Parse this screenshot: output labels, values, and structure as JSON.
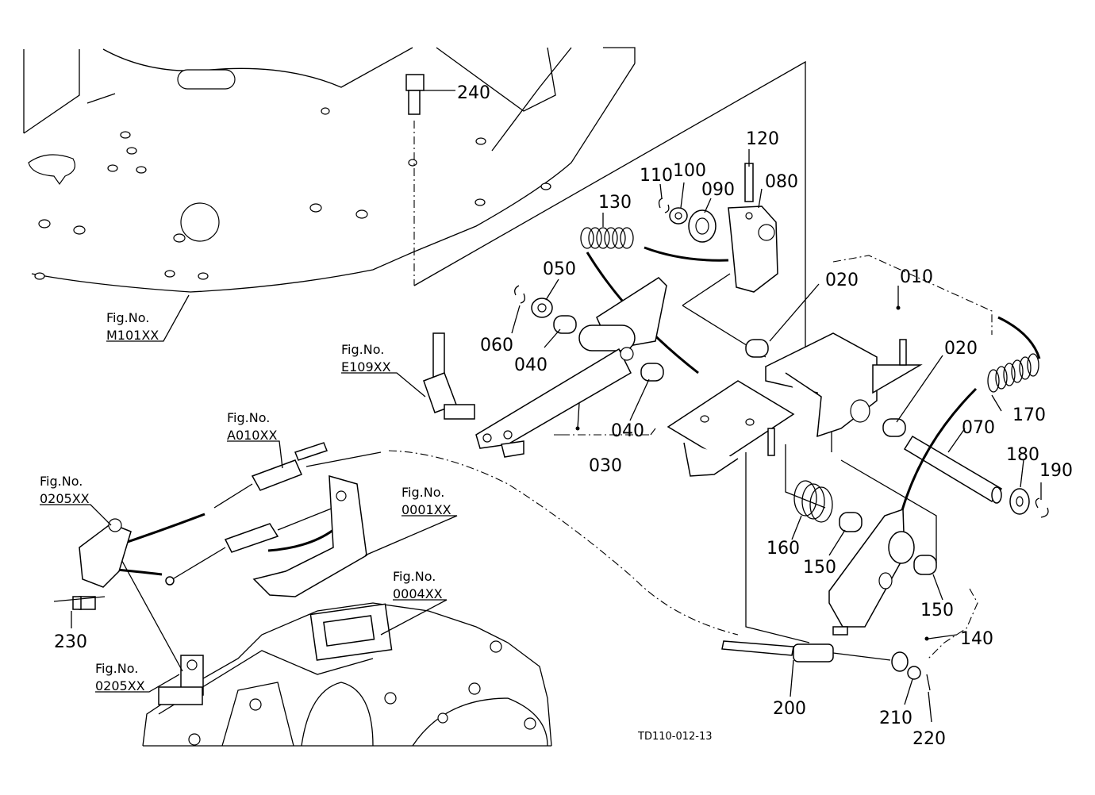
{
  "part_labels": {
    "p240": "240",
    "p120": "120",
    "p110": "110",
    "p100": "100",
    "p090": "090",
    "p080": "080",
    "p130": "130",
    "p050": "050",
    "p060": "060",
    "p040a": "040",
    "p040b": "040",
    "p030": "030",
    "p020a": "020",
    "p010": "010",
    "p020b": "020",
    "p170": "170",
    "p070": "070",
    "p180": "180",
    "p190": "190",
    "p160": "160",
    "p150a": "150",
    "p150b": "150",
    "p140": "140",
    "p200": "200",
    "p210": "210",
    "p220": "220",
    "p230": "230"
  },
  "figure_refs": [
    {
      "prefix": "Fig.No.",
      "number": "M101XX"
    },
    {
      "prefix": "Fig.No.",
      "number": "E109XX"
    },
    {
      "prefix": "Fig.No.",
      "number": "A010XX"
    },
    {
      "prefix": "Fig.No.",
      "number": "0205XX"
    },
    {
      "prefix": "Fig.No.",
      "number": "0001XX"
    },
    {
      "prefix": "Fig.No.",
      "number": "0004XX"
    },
    {
      "prefix": "Fig.No.",
      "number": "0205XX"
    }
  ],
  "drawing_code": "TD110-012-13"
}
